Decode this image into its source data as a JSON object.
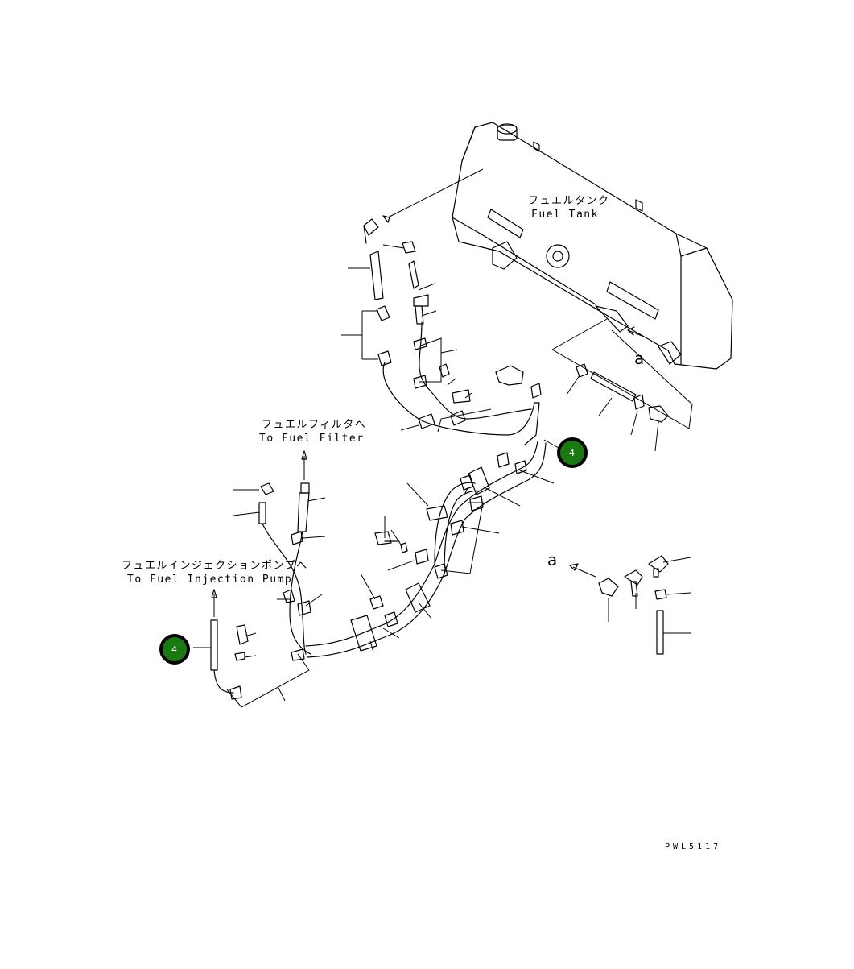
{
  "labels": {
    "fuel_tank_jp": "フュエルタンク",
    "fuel_tank_en": "Fuel Tank",
    "to_filter_jp": "フュエルフィルタへ",
    "to_filter_en": "To Fuel Filter",
    "to_pump_jp": "フュエルインジェクションポンプへ",
    "to_pump_en": "To Fuel Injection Pump",
    "detail_a_top": "a",
    "detail_a_bottom": "a",
    "drawing_code": "PWL5117"
  },
  "badges": [
    {
      "text": "4",
      "color": "#1a7a12"
    },
    {
      "text": "4",
      "color": "#1a7a12"
    }
  ]
}
